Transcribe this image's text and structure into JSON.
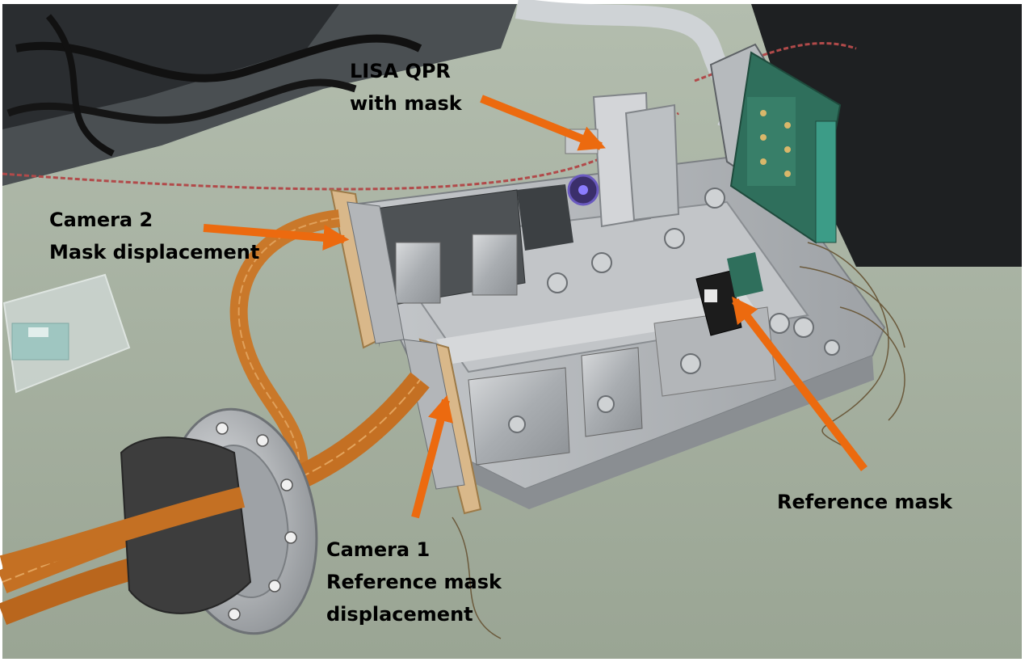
{
  "labels": {
    "qpr": {
      "line1": "LISA QPR",
      "line2": "with mask"
    },
    "camera2": {
      "line1": "Camera 2",
      "line2": "Mask displacement"
    },
    "camera1": {
      "line1": "Camera 1",
      "line2": "Reference mask",
      "line3": "displacement"
    },
    "reference": {
      "line1": "Reference mask"
    }
  },
  "colors": {
    "arrow": "#ec6a0f",
    "table": "#a8b4a2",
    "metal": "#b9bcbf",
    "flex_cable": "#c9782a",
    "foam": "#3d3d3d",
    "pcb": "#2f6f5c"
  }
}
